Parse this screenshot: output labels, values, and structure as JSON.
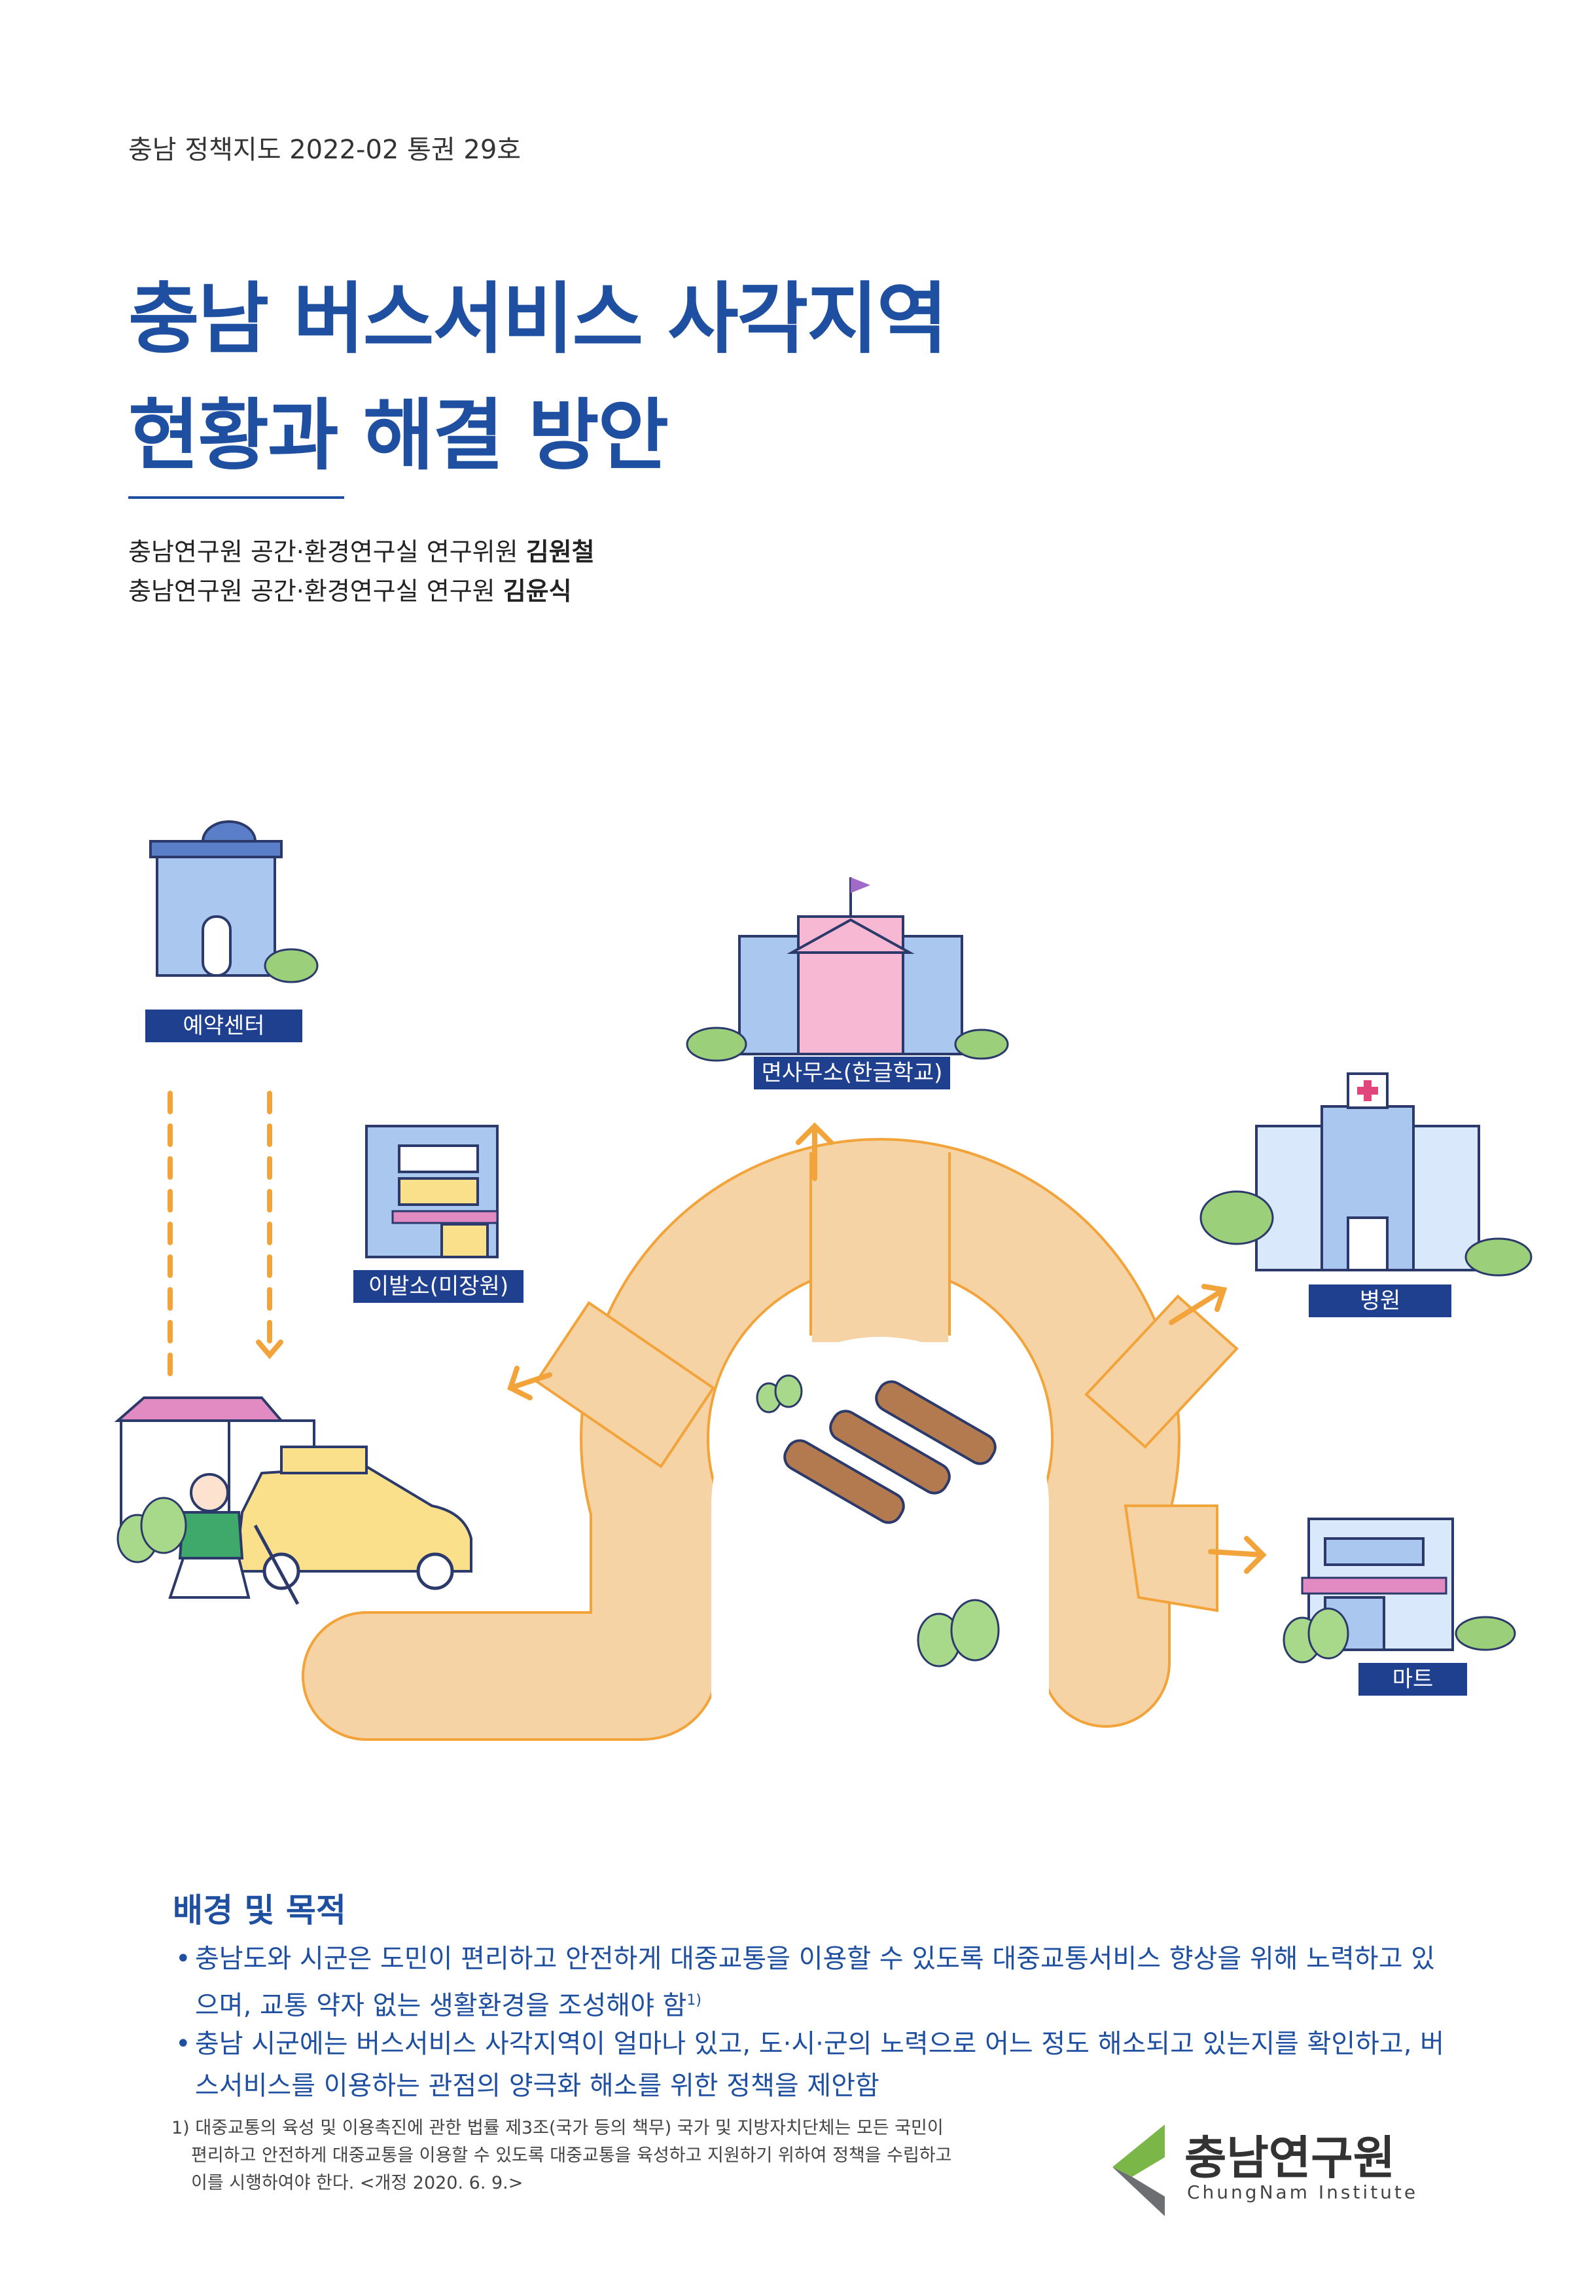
{
  "header": {
    "series": "충남 정책지도 2022-02 통권 29호"
  },
  "title": {
    "line1": "충남 버스서비스 사각지역",
    "line2": "현황과 해결 방안"
  },
  "authors": [
    {
      "affiliation": "충남연구원 공간·환경연구실 연구위원 ",
      "name": "김원철"
    },
    {
      "affiliation": "충남연구원 공간·환경연구실 연구원 ",
      "name": "김윤식"
    }
  ],
  "illustration": {
    "labels": {
      "reservation": "예약센터",
      "barber": "이발소(미장원)",
      "office": "면사무소(한글학교)",
      "hospital": "병원",
      "mart": "마트"
    },
    "colors": {
      "road": "#f6d3a4",
      "road_edge": "#f2a33a",
      "label_bg": "#1f3f8f",
      "building": "#a9c7ef",
      "accent": "#e08a4a"
    }
  },
  "section": {
    "heading": "배경 및 목적",
    "bullets": [
      {
        "text": "충남도와 시군은 도민이 편리하고 안전하게 대중교통을 이용할 수 있도록 대중교통서비스 향상을 위해 노력하고 있으며, 교통 약자 없는 생활환경을 조성해야 함",
        "note": "1)"
      },
      {
        "text": "충남 시군에는 버스서비스 사각지역이 얼마나 있고, 도·시·군의 노력으로 어느 정도 해소되고 있는지를 확인하고, 버스서비스를 이용하는 관점의 양극화 해소를 위한 정책을 제안함",
        "note": ""
      }
    ]
  },
  "footnote": {
    "marker": "1)",
    "line1": "대중교통의 육성 및 이용촉진에 관한 법률 제3조(국가 등의 책무) 국가 및 지방자치단체는 모든 국민이",
    "line2": "편리하고 안전하게 대중교통을 이용할 수 있도록 대중교통을 육성하고 지원하기 위하여 정책을 수립하고",
    "line3": "이를 시행하여야 한다. <개정 2020. 6. 9.>"
  },
  "logo": {
    "name_ko": "충남연구원",
    "name_en": "ChungNam Institute",
    "colors": {
      "green": "#7ab648",
      "gray": "#6d6e71"
    }
  }
}
